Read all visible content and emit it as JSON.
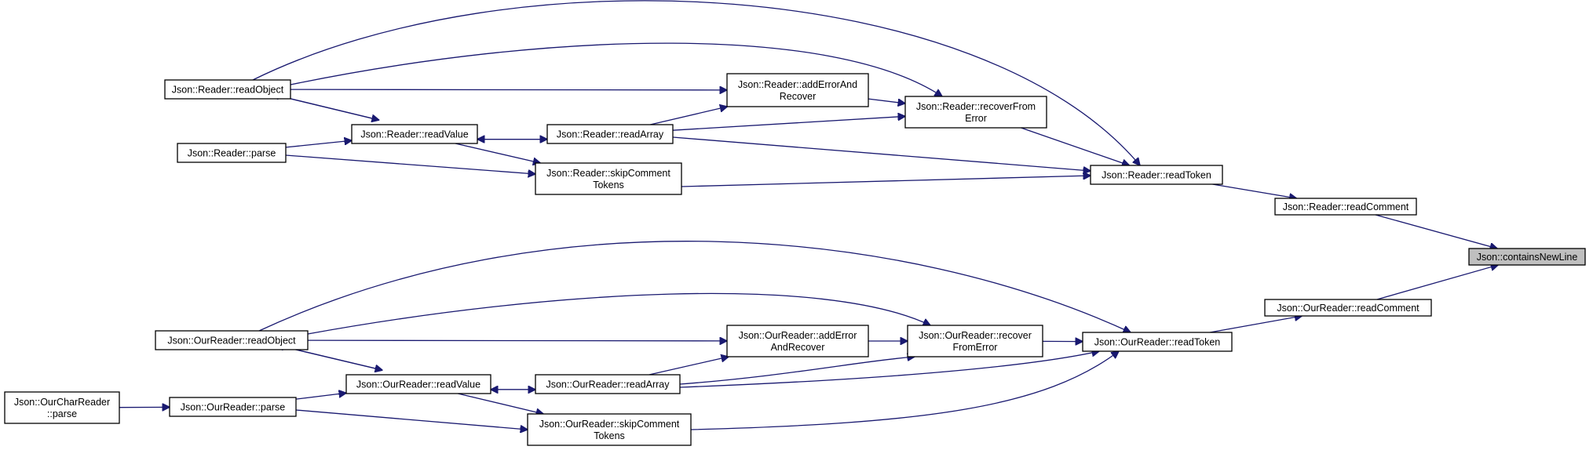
{
  "colors": {
    "edge": "#191970",
    "node_border": "#000000",
    "node_fill": "#ffffff",
    "selected_fill": "#bfbfbf"
  },
  "nodes": [
    {
      "id": "contains_new_line",
      "lines": [
        "Json::containsNewLine"
      ],
      "selected": true
    },
    {
      "id": "reader_read_comment",
      "lines": [
        "Json::Reader::readComment"
      ]
    },
    {
      "id": "ourreader_read_comment",
      "lines": [
        "Json::OurReader::readComment"
      ]
    },
    {
      "id": "reader_read_token",
      "lines": [
        "Json::Reader::readToken"
      ]
    },
    {
      "id": "ourreader_read_token",
      "lines": [
        "Json::OurReader::readToken"
      ]
    },
    {
      "id": "reader_read_object",
      "lines": [
        "Json::Reader::readObject"
      ]
    },
    {
      "id": "reader_read_value",
      "lines": [
        "Json::Reader::readValue"
      ]
    },
    {
      "id": "reader_parse",
      "lines": [
        "Json::Reader::parse"
      ]
    },
    {
      "id": "reader_add_error_and_recover",
      "lines": [
        "Json::Reader::addErrorAnd",
        "Recover"
      ]
    },
    {
      "id": "reader_read_array",
      "lines": [
        "Json::Reader::readArray"
      ]
    },
    {
      "id": "reader_recover_from_error",
      "lines": [
        "Json::Reader::recoverFrom",
        "Error"
      ]
    },
    {
      "id": "reader_skip_comment_tokens",
      "lines": [
        "Json::Reader::skipComment",
        "Tokens"
      ]
    },
    {
      "id": "ourreader_read_object",
      "lines": [
        "Json::OurReader::readObject"
      ]
    },
    {
      "id": "ourreader_add_error_and_recover",
      "lines": [
        "Json::OurReader::addError",
        "AndRecover"
      ]
    },
    {
      "id": "ourreader_recover_from_error",
      "lines": [
        "Json::OurReader::recover",
        "FromError"
      ]
    },
    {
      "id": "ourreader_read_value",
      "lines": [
        "Json::OurReader::readValue"
      ]
    },
    {
      "id": "ourreader_read_array",
      "lines": [
        "Json::OurReader::readArray"
      ]
    },
    {
      "id": "ourcharreader_parse",
      "lines": [
        "Json::OurCharReader",
        "::parse"
      ]
    },
    {
      "id": "ourreader_parse",
      "lines": [
        "Json::OurReader::parse"
      ]
    },
    {
      "id": "ourreader_skip_comment_tokens",
      "lines": [
        "Json::OurReader::skipComment",
        "Tokens"
      ]
    }
  ],
  "edges": [
    {
      "from": "reader_read_comment",
      "to": "contains_new_line"
    },
    {
      "from": "ourreader_read_comment",
      "to": "contains_new_line"
    },
    {
      "from": "reader_read_token",
      "to": "reader_read_comment"
    },
    {
      "from": "ourreader_read_token",
      "to": "ourreader_read_comment"
    },
    {
      "from": "reader_read_object",
      "to": "reader_read_token"
    },
    {
      "from": "reader_read_array",
      "to": "reader_read_token"
    },
    {
      "from": "reader_recover_from_error",
      "to": "reader_read_token"
    },
    {
      "from": "reader_skip_comment_tokens",
      "to": "reader_read_token"
    },
    {
      "from": "reader_read_object",
      "to": "reader_recover_from_error"
    },
    {
      "from": "reader_add_error_and_recover",
      "to": "reader_recover_from_error"
    },
    {
      "from": "reader_read_array",
      "to": "reader_recover_from_error"
    },
    {
      "from": "reader_read_object",
      "to": "reader_add_error_and_recover"
    },
    {
      "from": "reader_read_array",
      "to": "reader_add_error_and_recover"
    },
    {
      "from": "reader_read_value",
      "to": "reader_read_object"
    },
    {
      "from": "reader_read_object",
      "to": "reader_read_value"
    },
    {
      "from": "reader_read_array",
      "to": "reader_read_value"
    },
    {
      "from": "reader_read_value",
      "to": "reader_read_array"
    },
    {
      "from": "reader_parse",
      "to": "reader_read_value"
    },
    {
      "from": "reader_read_value",
      "to": "reader_skip_comment_tokens"
    },
    {
      "from": "reader_parse",
      "to": "reader_skip_comment_tokens"
    },
    {
      "from": "ourreader_read_object",
      "to": "ourreader_read_token"
    },
    {
      "from": "ourreader_read_array",
      "to": "ourreader_read_token"
    },
    {
      "from": "ourreader_recover_from_error",
      "to": "ourreader_read_token"
    },
    {
      "from": "ourreader_skip_comment_tokens",
      "to": "ourreader_read_token"
    },
    {
      "from": "ourreader_read_object",
      "to": "ourreader_recover_from_error"
    },
    {
      "from": "ourreader_add_error_and_recover",
      "to": "ourreader_recover_from_error"
    },
    {
      "from": "ourreader_read_array",
      "to": "ourreader_recover_from_error"
    },
    {
      "from": "ourreader_read_object",
      "to": "ourreader_add_error_and_recover"
    },
    {
      "from": "ourreader_read_array",
      "to": "ourreader_add_error_and_recover"
    },
    {
      "from": "ourreader_read_value",
      "to": "ourreader_read_object"
    },
    {
      "from": "ourreader_read_object",
      "to": "ourreader_read_value"
    },
    {
      "from": "ourreader_read_array",
      "to": "ourreader_read_value"
    },
    {
      "from": "ourreader_read_value",
      "to": "ourreader_read_array"
    },
    {
      "from": "ourreader_parse",
      "to": "ourreader_read_value"
    },
    {
      "from": "ourcharreader_parse",
      "to": "ourreader_parse"
    },
    {
      "from": "ourreader_read_value",
      "to": "ourreader_skip_comment_tokens"
    },
    {
      "from": "ourreader_parse",
      "to": "ourreader_skip_comment_tokens"
    }
  ]
}
